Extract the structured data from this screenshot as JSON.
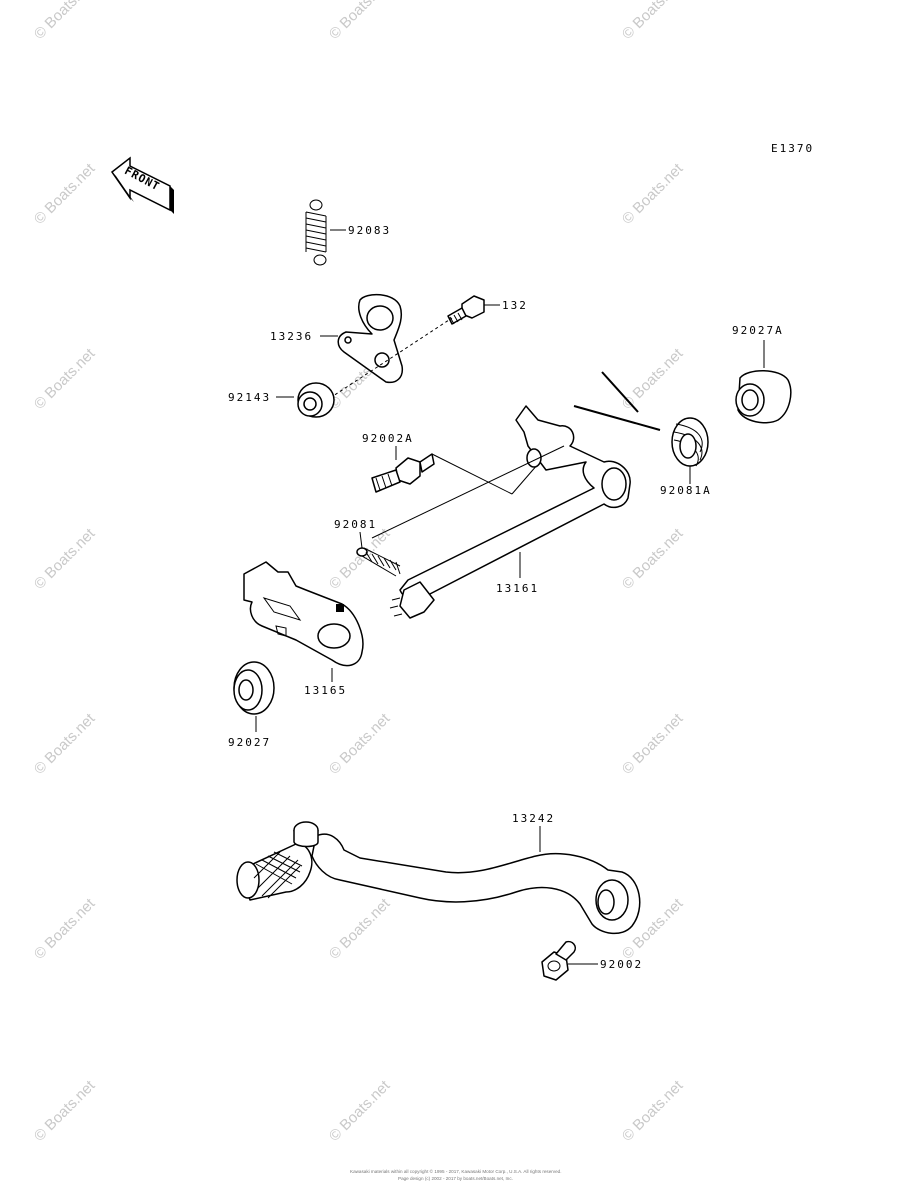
{
  "diagram_code": "E1370",
  "front_label": "FRONT",
  "watermark": "© Boats.net",
  "parts": {
    "p92083": "92083",
    "p132": "132",
    "p13236": "13236",
    "p92143": "92143",
    "p92027A": "92027A",
    "p92002A": "92002A",
    "p92081A": "92081A",
    "p92081": "92081",
    "p13161": "13161",
    "p13165": "13165",
    "p92027": "92027",
    "p13242": "13242",
    "p92002": "92002"
  },
  "footer": {
    "line1": "Kawasaki materials within all copyright © 1995 - 2017, Kawasaki Motor Corp., U.S.A. All rights reserved.",
    "line2": "Page design (c) 2002 - 2017 by boats.net/Boats.net, Inc."
  }
}
